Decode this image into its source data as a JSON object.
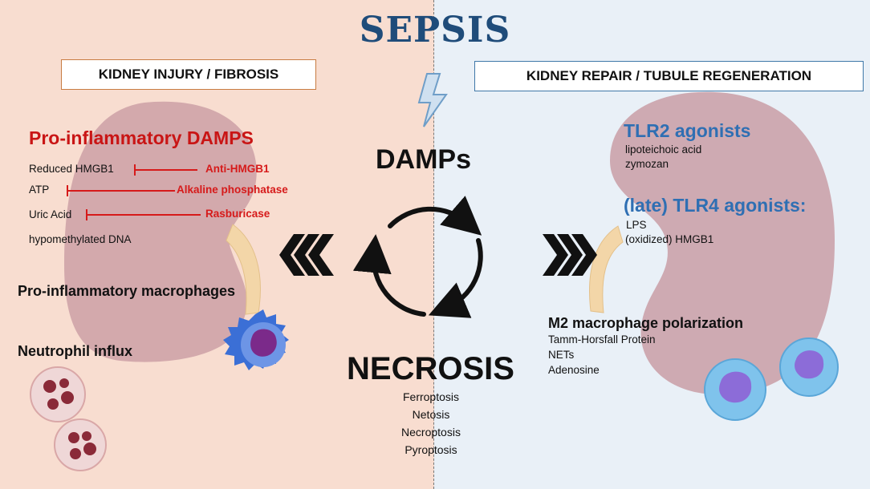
{
  "title": "SEPSIS",
  "left_box": "KIDNEY INJURY / FIBROSIS",
  "right_box": "KIDNEY REPAIR / TUBULE REGENERATION",
  "left": {
    "heading": "Pro-inflammatory DAMPS",
    "damps": [
      {
        "name": "Reduced HMGB1",
        "inhibitor": "Anti-HMGB1"
      },
      {
        "name": "ATP",
        "inhibitor": "Alkaline phosphatase"
      },
      {
        "name": "Uric Acid",
        "inhibitor": "Rasburicase"
      },
      {
        "name": "hypomethylated DNA",
        "inhibitor": ""
      }
    ],
    "macrophages": "Pro-inflammatory macrophages",
    "neutrophils": "Neutrophil influx"
  },
  "center": {
    "damps": "DAMPs",
    "necrosis": "NECROSIS",
    "types": [
      "Ferroptosis",
      "Netosis",
      "Necroptosis",
      "Pyroptosis"
    ]
  },
  "right": {
    "tlr2_heading": "TLR2 agonists",
    "tlr2_items": [
      "lipoteichoic acid",
      "zymozan"
    ],
    "tlr4_heading": "(late) TLR4 agonists:",
    "tlr4_items": [
      "LPS",
      "(oxidized) HMGB1"
    ],
    "m2_heading": "M2 macrophage polarization",
    "m2_items": [
      "Tamm-Horsfall Protein",
      "NETs",
      "Adenosine"
    ]
  },
  "colors": {
    "left_bg": "#f8ddd0",
    "right_bg": "#e9f0f7",
    "title": "#1f4c7a",
    "red": "#c91515",
    "blue": "#2f6fb3",
    "kidney": "#c89aa2"
  }
}
